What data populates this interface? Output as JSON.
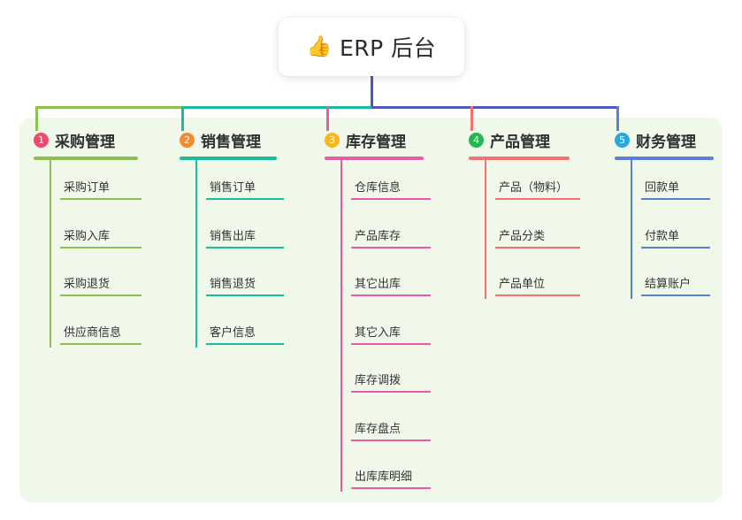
{
  "title": {
    "icon": "thumbs-up-icon",
    "icon_glyph": "👍",
    "text": "ERP 后台"
  },
  "colors": {
    "panel_bg": "#f0f8ea",
    "trunk": "#4f56c0",
    "columns": [
      "#8cc152",
      "#1abc9c",
      "#e85ba8",
      "#f4716f",
      "#5b7fd4"
    ],
    "badges": [
      "#f2496b",
      "#f28b30",
      "#f5b920",
      "#23b84f",
      "#29a9e0"
    ]
  },
  "columns": [
    {
      "index": "1",
      "title": "采购管理",
      "color": "#8cc152",
      "badge_color": "#f2496b",
      "items": [
        "采购订单",
        "采购入库",
        "采购退货",
        "供应商信息"
      ]
    },
    {
      "index": "2",
      "title": "销售管理",
      "color": "#1abc9c",
      "badge_color": "#f28b30",
      "items": [
        "销售订单",
        "销售出库",
        "销售退货",
        "客户信息"
      ]
    },
    {
      "index": "3",
      "title": "库存管理",
      "color": "#e85ba8",
      "badge_color": "#f5b920",
      "items": [
        "仓库信息",
        "产品库存",
        "其它出库",
        "其它入库",
        "库存调拨",
        "库存盘点",
        "出库库明细"
      ]
    },
    {
      "index": "4",
      "title": "产品管理",
      "color": "#f4716f",
      "badge_color": "#23b84f",
      "items": [
        "产品（物料）",
        "产品分类",
        "产品单位"
      ]
    },
    {
      "index": "5",
      "title": "财务管理",
      "color": "#5b7fd4",
      "badge_color": "#29a9e0",
      "items": [
        "回款单",
        "付款单",
        "结算账户"
      ]
    }
  ]
}
